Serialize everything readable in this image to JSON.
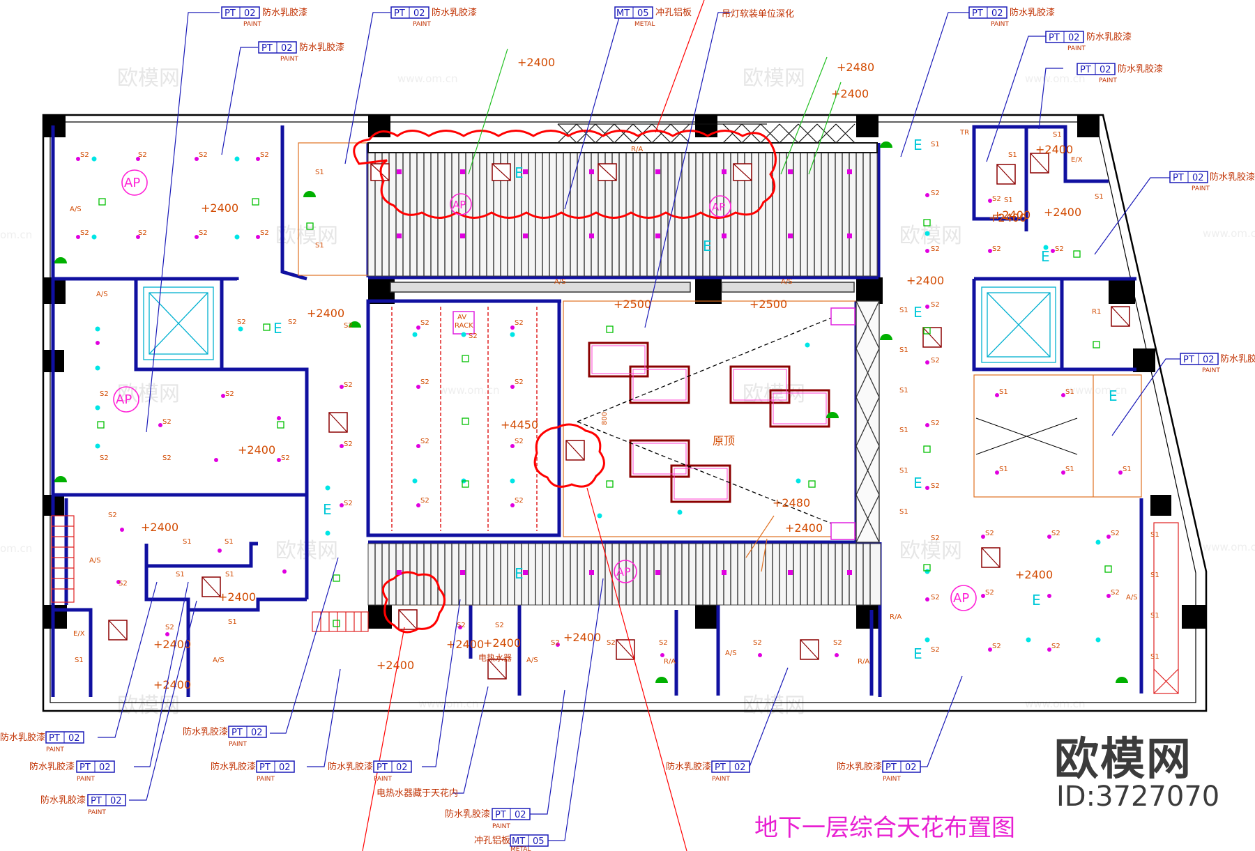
{
  "title": "地下一层综合天花布置图",
  "brand": {
    "name": "欧模网",
    "id": "ID:3727070"
  },
  "watermark": {
    "name": "欧模网",
    "url": "www.om.cn",
    "fragment": "om.cn"
  },
  "colors": {
    "wall": "#1010a0",
    "callout": "#1a1ab8",
    "note": "#c03000",
    "level": "#d24a00",
    "ap": "#ff1fd6",
    "revision": "#ff0000",
    "title": "#e81fd2",
    "light": "#00e5e5",
    "spot": "#e000e0",
    "green": "#00c000"
  },
  "callouts": {
    "pt": "PT",
    "mt": "MT",
    "num02": "02",
    "num05": "05",
    "paint": "PAINT",
    "metal": "METAL",
    "waterproof": "防水乳胶漆",
    "perforated": "冲孔铝板",
    "lamp_note": "吊灯软装单位深化",
    "heater_note": "电热水器藏于天花内",
    "heater_small": "电热水器"
  },
  "levels": {
    "l2400": "+2400",
    "l2480": "+2480",
    "l2500": "+2500",
    "l4450": "+4450",
    "orig": "原顶"
  },
  "symbols": {
    "ap": "AP",
    "as": "A/S",
    "ra": "R/A",
    "ex": "E/X",
    "e": "E",
    "s1": "S1",
    "s2": "S2",
    "r1": "R1",
    "s": "S",
    "av": "AV",
    "rack": "RACK",
    "dim": "800",
    "tr": "TR"
  }
}
